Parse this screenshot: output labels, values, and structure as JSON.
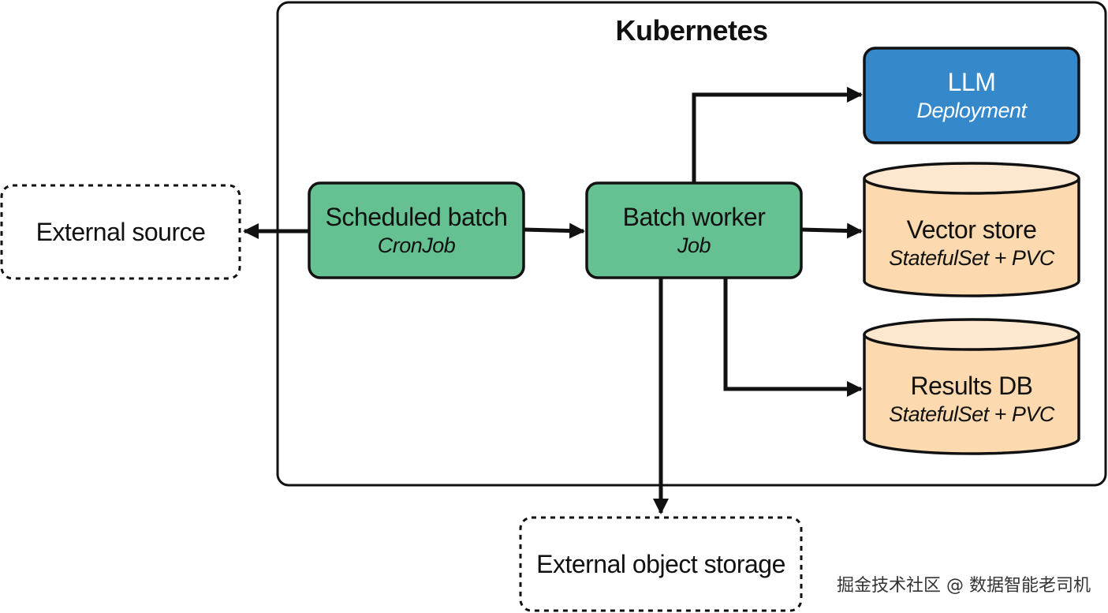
{
  "cluster": {
    "title": "Kubernetes"
  },
  "nodes": {
    "external_source": {
      "title": "External source"
    },
    "scheduled_batch": {
      "title": "Scheduled batch",
      "kind": "CronJob"
    },
    "batch_worker": {
      "title": "Batch worker",
      "kind": "Job"
    },
    "llm": {
      "title": "LLM",
      "kind": "Deployment"
    },
    "vector_store": {
      "title": "Vector store",
      "kind": "StatefulSet + PVC"
    },
    "results_db": {
      "title": "Results DB",
      "kind": "StatefulSet + PVC"
    },
    "external_storage": {
      "title": "External object storage"
    }
  },
  "edges": [
    {
      "from": "scheduled_batch",
      "to": "external_source"
    },
    {
      "from": "scheduled_batch",
      "to": "batch_worker"
    },
    {
      "from": "batch_worker",
      "to": "llm"
    },
    {
      "from": "batch_worker",
      "to": "vector_store"
    },
    {
      "from": "batch_worker",
      "to": "results_db"
    },
    {
      "from": "batch_worker",
      "to": "external_storage"
    }
  ],
  "colors": {
    "job_fill": "#66c192",
    "llm_fill": "#3589cb",
    "db_fill": "#fcd9ae",
    "db_top": "#fde8cf",
    "stroke": "#111111"
  },
  "watermark": "掘金技术社区 @ 数据智能老司机"
}
